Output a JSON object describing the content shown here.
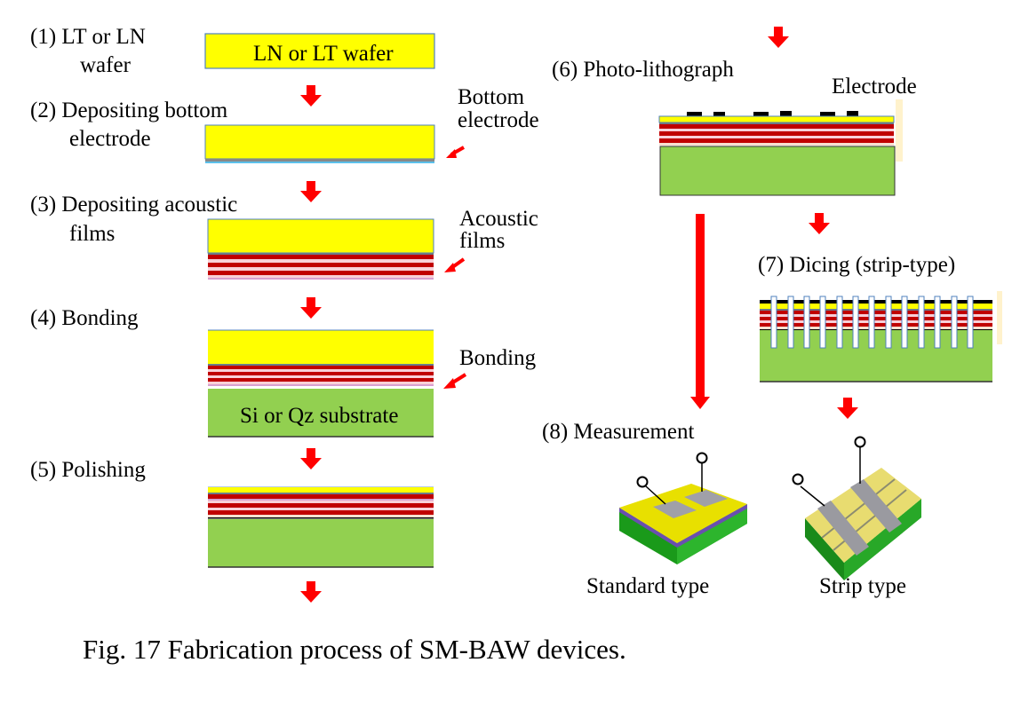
{
  "figure": {
    "caption": "Fig. 17 Fabrication process of SM-BAW devices.",
    "colors": {
      "piezo_wafer": "#FFFF00",
      "wafer_border": "#4F81BD",
      "bottom_electrode": "#5BC0EB",
      "acoustic_dark": "#C00000",
      "acoustic_light": "#F8D0D8",
      "acoustic_pink": "#D8A0D0",
      "substrate": "#92D050",
      "electrode_top": "#000000",
      "arrow": "#FF0000",
      "chip_green": "#1A9A1A",
      "chip_yellow": "#E8E000",
      "pad_gray": "#A0A0A8"
    }
  },
  "steps": [
    {
      "id": 1,
      "label_line1": "(1) LT or LN",
      "label_line2": "wafer",
      "inner_text": "LN or LT wafer"
    },
    {
      "id": 2,
      "label_line1": "(2) Depositing bottom",
      "label_line2": "electrode",
      "callout_line1": "Bottom",
      "callout_line2": "electrode"
    },
    {
      "id": 3,
      "label_line1": "(3) Depositing acoustic",
      "label_line2": "films",
      "callout_line1": "Acoustic",
      "callout_line2": "films"
    },
    {
      "id": 4,
      "label": "(4) Bonding",
      "callout": "Bonding",
      "inner_text": "Si or Qz substrate"
    },
    {
      "id": 5,
      "label": "(5) Polishing"
    },
    {
      "id": 6,
      "label": "(6) Photo-lithograph",
      "callout": "Electrode"
    },
    {
      "id": 7,
      "label": "(7) Dicing (strip-type)"
    },
    {
      "id": 8,
      "label": "(8) Measurement",
      "device_a": "Standard type",
      "device_b": "Strip type"
    }
  ]
}
